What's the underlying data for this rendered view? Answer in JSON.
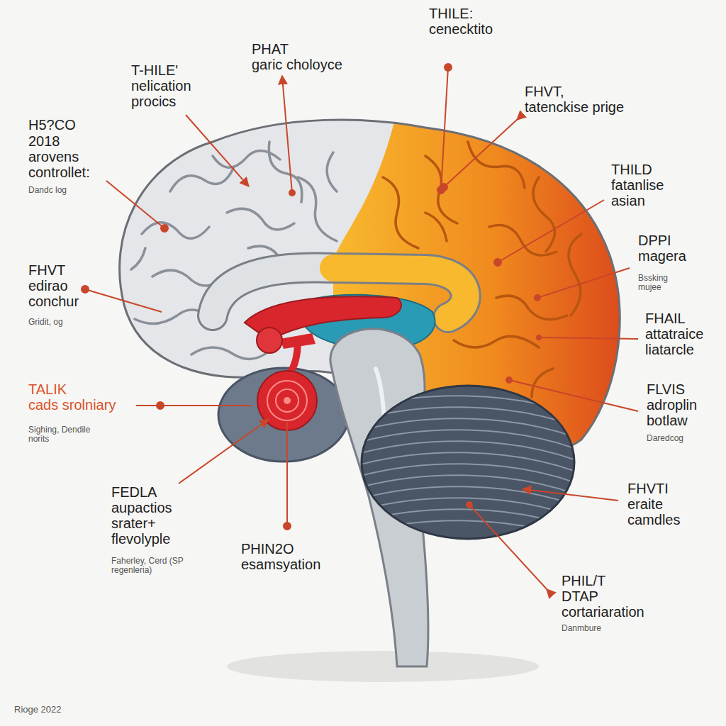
{
  "diagram": {
    "labels": [
      "PHAT",
      "garic choloyce",
      "THILE:",
      "cenecktito",
      "T-HILE'",
      "nelication procics",
      "H5?CO",
      "2018 arovens controllet:",
      "Dandc log",
      "FHVT,",
      "tatenckise prige",
      "THILD",
      "fatanlise asian",
      "DPPI",
      "magera",
      "Bssking mujee",
      "FHVT",
      "edirao conchur",
      "Gridit, og",
      "FHAIL",
      "attatraice liatarcle",
      "TALIK",
      "cads srolniary",
      "Sighing, Dendile norits",
      "FLVIS",
      "adroplin botlaw",
      "Daredcog",
      "FEDLA",
      "aupactios srater+ flevolyple",
      "Faherley, Cerd (SP regenleria)",
      "PHIN2O",
      "esamsyation",
      "FHVTI",
      "eraite camdles",
      "PHIL/T",
      "DTAP",
      "cortariaration",
      "Danmbure",
      "Rioge 2022"
    ]
  }
}
